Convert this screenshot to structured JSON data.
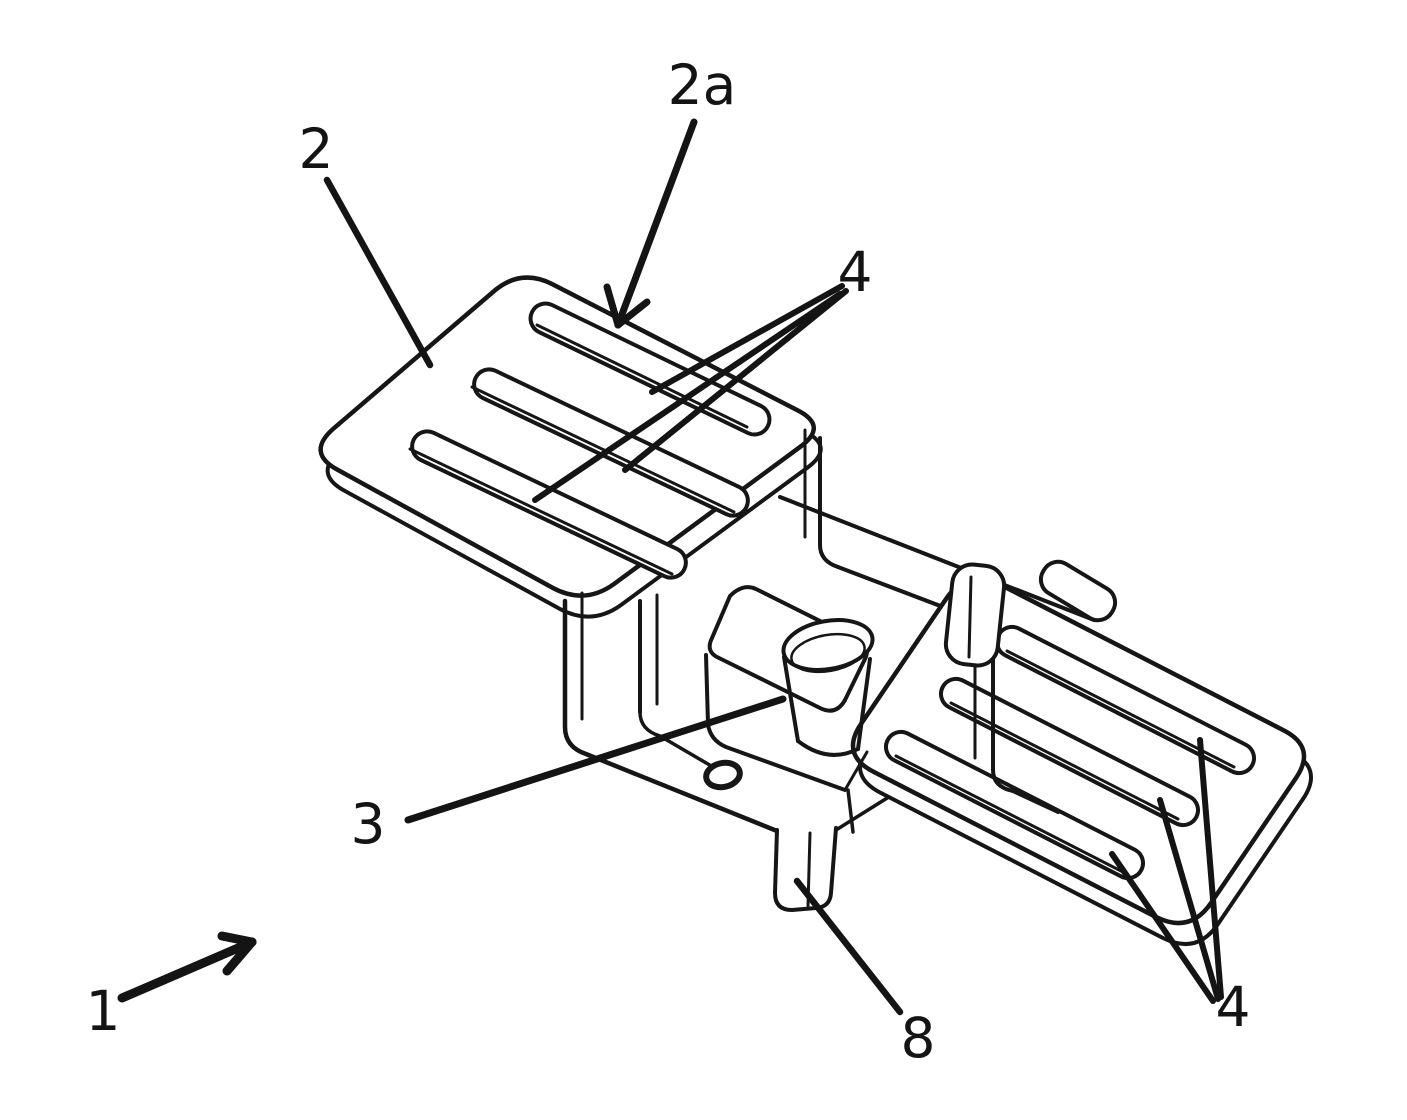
{
  "figure": {
    "background_color": "#ffffff",
    "line_color": "#161616",
    "labels": {
      "ref1": "1",
      "ref2": "2",
      "ref2a": "2a",
      "ref3": "3",
      "ref4_top": "4",
      "ref4_bottom": "4",
      "ref8": "8"
    }
  }
}
